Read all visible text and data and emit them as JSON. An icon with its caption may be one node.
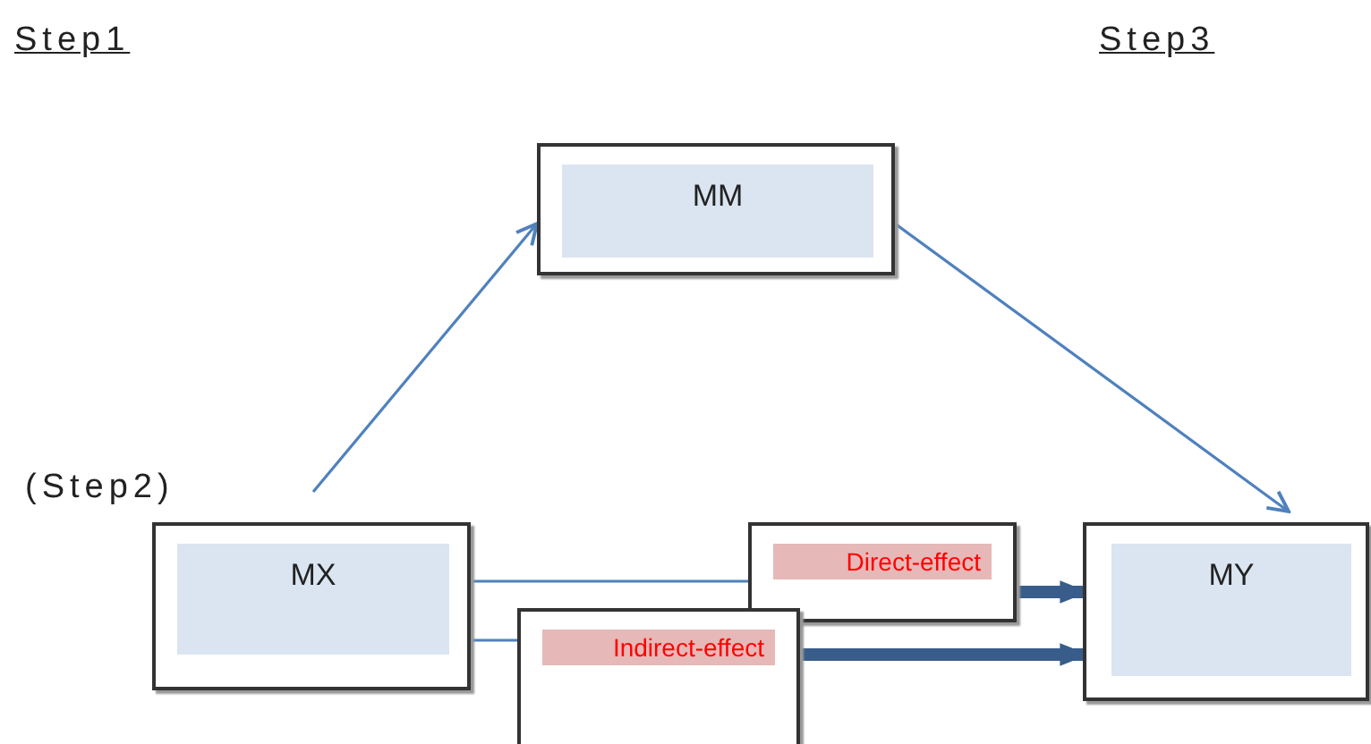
{
  "diagram": {
    "nodes": [
      {
        "text": [
          "MM"
        ]
      },
      {
        "text": [
          "MX"
        ]
      },
      {
        "text": [
          "Direct-effect"
        ]
      },
      {
        "text": [
          "Indirect-effect"
        ]
      },
      {
        "text": [
          "MY"
        ]
      }
    ],
    "edges": [
      {
        "from": 1,
        "to": 0,
        "arrow": "to"
      },
      {
        "from": 0,
        "to": 4,
        "arrow": "to"
      },
      {
        "from": 1,
        "to": 2,
        "arrow": "none"
      },
      {
        "from": 1,
        "to": 3,
        "arrow": "none"
      },
      {
        "from": 2,
        "to": 4,
        "arrow": "to",
        "style": "thick",
        "color": "#385d8a"
      },
      {
        "from": 3,
        "to": 4,
        "arrow": "to",
        "style": "thick",
        "color": "#385d8a"
      }
    ],
    "labels": [
      "Step1",
      "Step3",
      "(Step2)"
    ]
  }
}
